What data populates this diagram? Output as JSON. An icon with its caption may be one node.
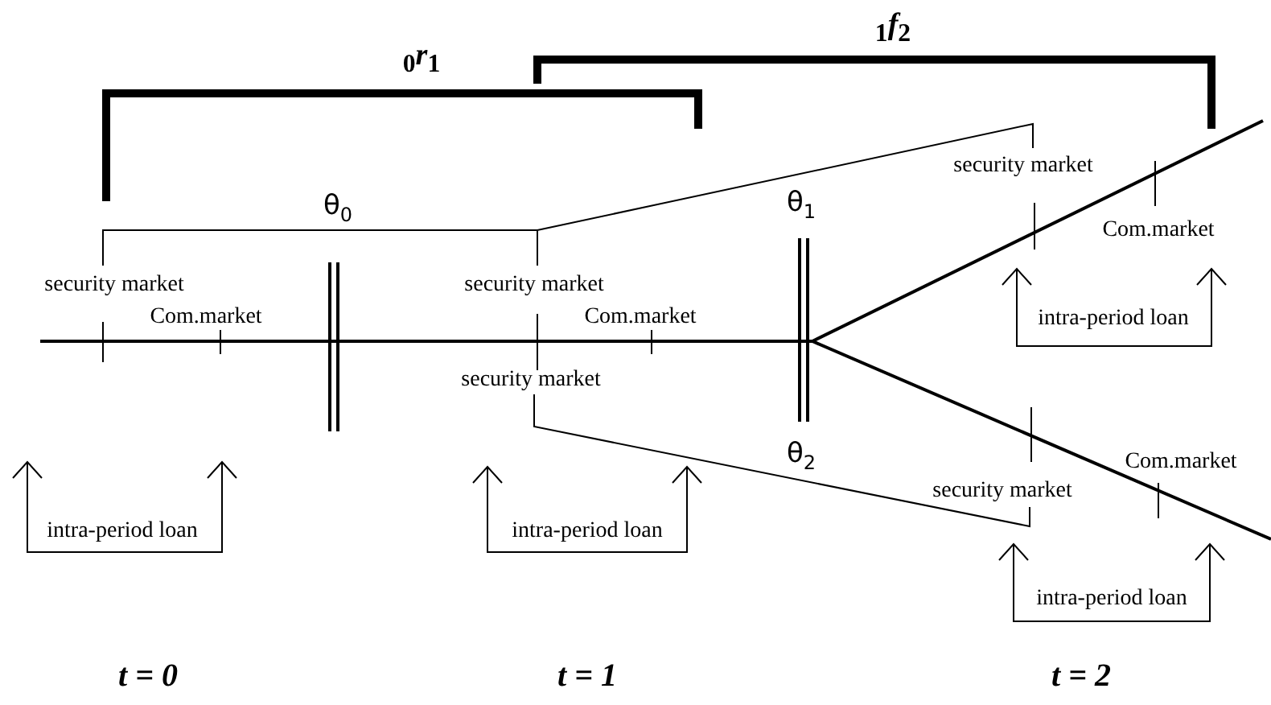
{
  "diagram": {
    "labels": [
      "$_{1}$*f*$_{2}$",
      "$_{0}$*r*$_{1}$",
      "security market",
      "θ$_{0}$",
      "θ$_{1}$",
      "Com.market",
      "security market",
      "security market",
      "Com.market",
      "Com.market",
      "intra-period loan",
      "security market",
      "θ$_{2}$",
      "Com.market",
      "security market",
      "intra-period loan",
      "intra-period loan",
      "intra-period loan",
      "t = 0",
      "t = 1",
      "t = 2"
    ]
  }
}
